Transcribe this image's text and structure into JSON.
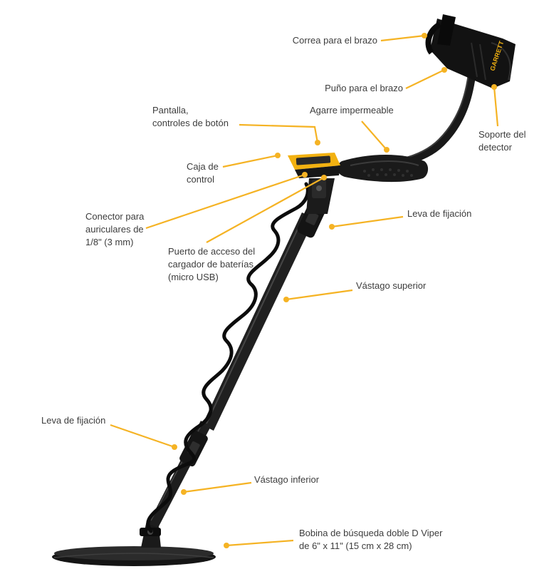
{
  "colors": {
    "leader": "#f5b324",
    "detector_body": "#1c1c1c",
    "accent_yellow": "#f2b111",
    "background": "#ffffff",
    "text": "#3d3d3d"
  },
  "brand_logo_text": "GARRETT",
  "labels": {
    "arm_strap": "Correa para el brazo",
    "arm_cuff": "Puño para el brazo",
    "display": "Pantalla,\ncontroles de botón",
    "waterproof_grip": "Agarre impermeable",
    "detector_stand": "Soporte del\ndetector",
    "control_box": "Caja de\ncontrol",
    "headphone_jack": "Conector para\nauriculares de\n1/8\" (3 mm)",
    "charger_port": "Puerto de acceso del\ncargador de baterías\n(micro USB)",
    "cam_lock_upper": "Leva de fijación",
    "upper_stem": "Vástago superior",
    "cam_lock_lower": "Leva de fijación",
    "lower_stem": "Vástago inferior",
    "search_coil": "Bobina de búsqueda doble D Viper\nde 6\" x 11\" (15 cm x 28 cm)"
  }
}
